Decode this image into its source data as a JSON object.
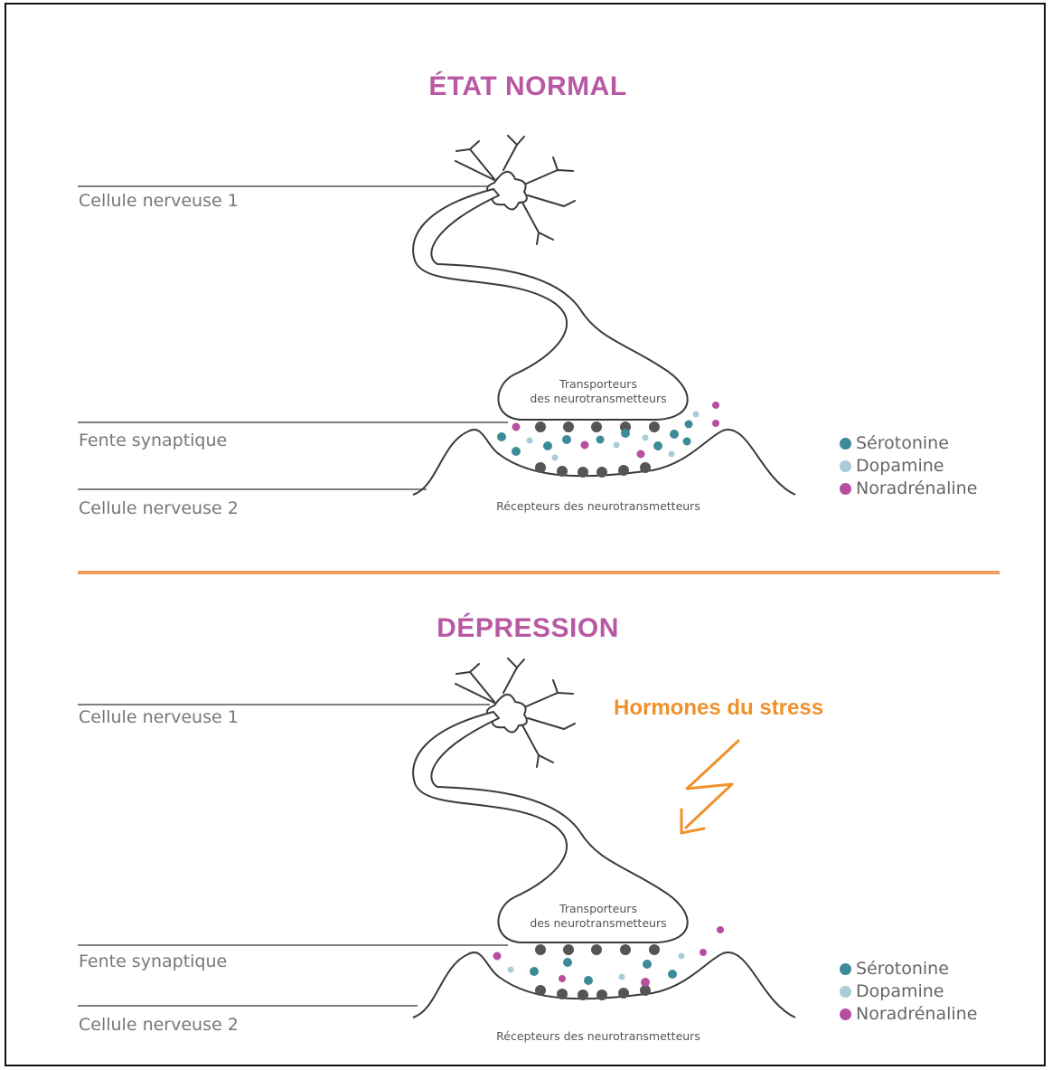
{
  "colors": {
    "title": "#b85aa3",
    "divider": "#f29a5c",
    "stress": "#f0912b",
    "serotonine": "#3d8a98",
    "dopamine": "#a9cdd6",
    "noradrenaline": "#b64f9f",
    "receptor": "#555555",
    "outline": "#3a3a3a"
  },
  "normal": {
    "title": "ÉTAT NORMAL",
    "cell1": "Cellule nerveuse 1",
    "fente": "Fente synaptique",
    "cell2": "Cellule nerveuse 2",
    "transporteurs_line1": "Transporteurs",
    "transporteurs_line2": "des neurotransmetteurs",
    "recepteurs": "Récepteurs des neurotransmetteurs",
    "legend": {
      "serotonine": "Sérotonine",
      "dopamine": "Dopamine",
      "noradrenaline": "Noradrénaline"
    }
  },
  "depression": {
    "title": "DÉPRESSION",
    "stress": "Hormones du stress",
    "cell1": "Cellule nerveuse 1",
    "fente": "Fente synaptique",
    "cell2": "Cellule nerveuse 2",
    "transporteurs_line1": "Transporteurs",
    "transporteurs_line2": "des neurotransmetteurs",
    "recepteurs": "Récepteurs des neurotransmetteurs",
    "legend": {
      "serotonine": "Sérotonine",
      "dopamine": "Dopamine",
      "noradrenaline": "Noradrénaline"
    }
  }
}
